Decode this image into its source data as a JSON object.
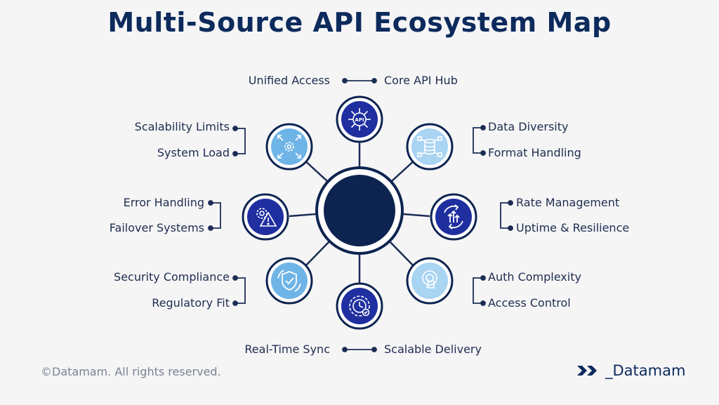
{
  "title": "Multi-Source API Ecosystem Map",
  "colors": {
    "navy": "#0f2a5a",
    "hub": "#0d2450",
    "light_blue": "#a9d4f2",
    "medium_blue": "#6fb4e6",
    "indigo": "#1f2fa0",
    "connector": "#1c2d55",
    "background": "#f5f5f6"
  },
  "nodes": [
    {
      "id": "core-api-hub",
      "icon": "api-gear-icon",
      "style": "indigo",
      "labels": [
        "Unified Access",
        "Core API Hub"
      ]
    },
    {
      "id": "data-diversity",
      "icon": "database-network-icon",
      "style": "light",
      "labels": [
        "Data Diversity",
        "Format Handling"
      ]
    },
    {
      "id": "rate-management",
      "icon": "arrows-up-cycle-icon",
      "style": "indigo",
      "labels": [
        "Rate Management",
        "Uptime & Resilience"
      ]
    },
    {
      "id": "auth-complexity",
      "icon": "touch-access-icon",
      "style": "light",
      "labels": [
        "Auth Complexity",
        "Access Control"
      ]
    },
    {
      "id": "real-time-sync",
      "icon": "clock-gear-icon",
      "style": "indigo",
      "labels": [
        "Real-Time Sync",
        "Scalable Delivery"
      ]
    },
    {
      "id": "security-compliance",
      "icon": "shield-check-icon",
      "style": "medium",
      "labels": [
        "Security Compliance",
        "Regulatory Fit"
      ]
    },
    {
      "id": "error-handling",
      "icon": "warning-gear-icon",
      "style": "indigo",
      "labels": [
        "Error Handling",
        "Failover Systems"
      ]
    },
    {
      "id": "scalability-limits",
      "icon": "expand-gear-icon",
      "style": "medium",
      "labels": [
        "Scalability Limits",
        "System Load"
      ]
    }
  ],
  "footer": {
    "copyright": "©Datamam. All rights reserved.",
    "brand": "_Datamam",
    "brand_icon": "double-chevron-icon"
  }
}
